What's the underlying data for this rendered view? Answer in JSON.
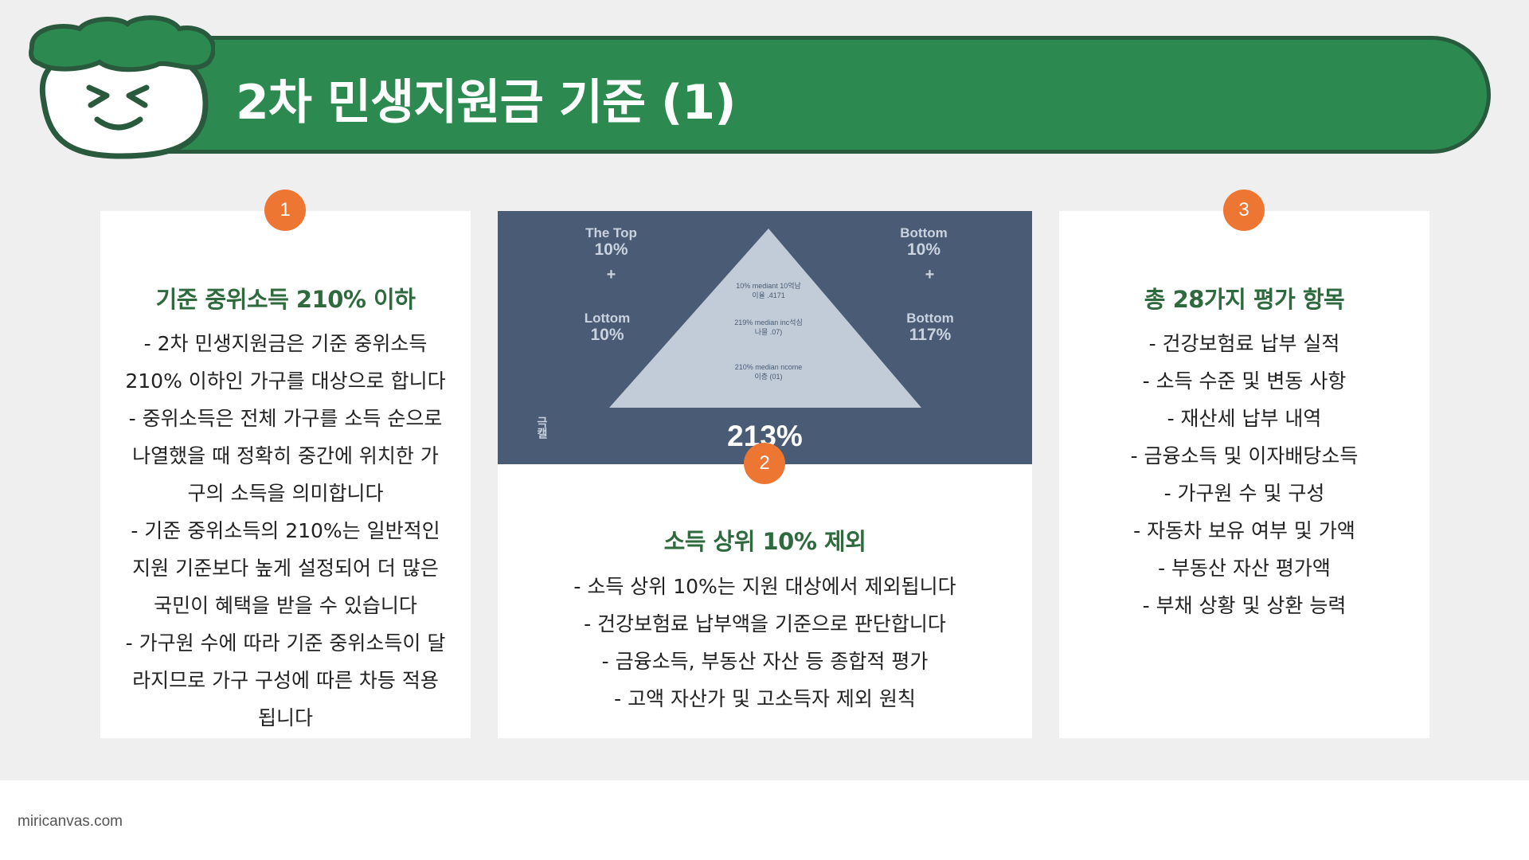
{
  "header": {
    "title": "2차 민생지원금 기준 (1)"
  },
  "cards": [
    {
      "number": "1",
      "title": "기준 중위소득 210% 이하",
      "lines": [
        "- 2차 민생지원금은 기준 중위소득 210% 이하인 가구를 대상으로 합니다",
        "- 중위소득은 전체 가구를 소득 순으로 나열했을 때 정확히 중간에 위치한 가구의 소득을 의미합니다",
        "- 기준 중위소득의 210%는 일반적인 지원 기준보다 높게 설정되어 더 많은 국민이 혜택을 받을 수 있습니다",
        "- 가구원 수에 따라 기준 중위소득이 달라지므로 가구 구성에 따른 차등 적용됩니다"
      ]
    },
    {
      "number": "2",
      "title": "소득 상위 10% 제외",
      "lines": [
        "- 소득 상위 10%는 지원 대상에서 제외됩니다",
        "- 건강보험료 납부액을 기준으로 판단합니다",
        "- 금융소득, 부동산 자산 등 종합적 평가",
        "- 고액 자산가 및 고소득자 제외 원칙"
      ]
    },
    {
      "number": "3",
      "title": "총 28가지 평가 항목",
      "lines": [
        "- 건강보험료 납부 실적",
        "- 소득 수준 및 변동 사항",
        "- 재산세 납부 내역",
        "- 금융소득 및 이자배당소득",
        "- 가구원 수 및 구성",
        "- 자동차 보유 여부 및 가액",
        "- 부동산 자산 평가액",
        "- 부채 상황 및 상환 능력"
      ]
    }
  ],
  "pyramid_image": {
    "top_left": [
      "The Top",
      "10%"
    ],
    "plus": "+",
    "lower_left": [
      "Lottom",
      "10%"
    ],
    "top_right": [
      "Bottom",
      "10%"
    ],
    "lower_right": [
      "Bottom",
      "117%"
    ],
    "inner": [
      [
        "10% mediant 10억남",
        "이율 .4171"
      ],
      [
        "219% median inc석심",
        "나믈 .07)"
      ],
      [
        "210% median ncome",
        "이층 (01)"
      ]
    ],
    "vertical": "극캘",
    "big_percent": "213%"
  },
  "footer": {
    "brand": "miricanvas.com"
  },
  "colors": {
    "banner": "#2c8a50",
    "badge": "#ee7633",
    "card_title": "#2f6a3e",
    "image_bg": "#4a5b75"
  }
}
